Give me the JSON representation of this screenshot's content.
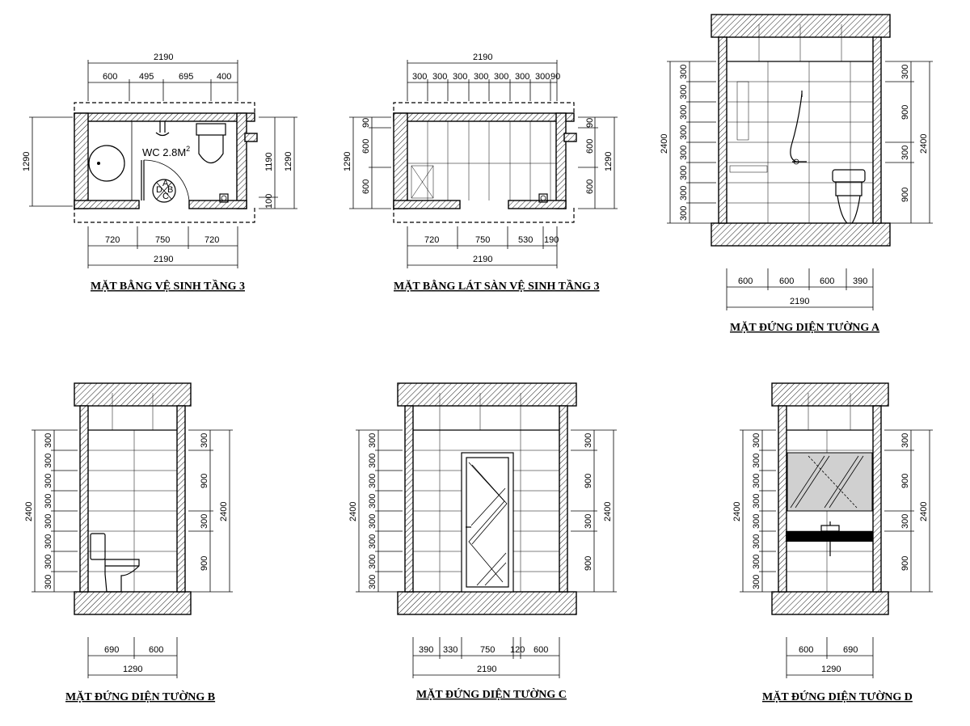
{
  "titles": {
    "plan": "MẶT BẰNG VỆ SINH TẦNG 3",
    "floor_plan": "MẶT BẰNG LÁT SÀN VỆ SINH TẦNG 3",
    "wall_a": "MẶT ĐỨNG DIỆN TƯỜNG A",
    "wall_b": "MẶT ĐỨNG DIỆN TƯỜNG B",
    "wall_c": "MẶT ĐỨNG DIỆN TƯỜNG C",
    "wall_d": "MẶT ĐỨNG DIỆN TƯỜNG D"
  },
  "plan": {
    "room_label": "WC 2.8M",
    "room_sup": "2",
    "compass": [
      "A",
      "B",
      "C",
      "D"
    ],
    "top_total": "2190",
    "top_dims": [
      "600",
      "495",
      "695",
      "400"
    ],
    "bottom_dims": [
      "720",
      "750",
      "720"
    ],
    "bottom_total": "2190",
    "left_dim": "1290",
    "right_dims": [
      "1190",
      "100"
    ],
    "right_total": "1290"
  },
  "floor_plan": {
    "top_total": "2190",
    "top_dims": [
      "300",
      "300",
      "300",
      "300",
      "300",
      "300",
      "300",
      "90"
    ],
    "bottom_dims": [
      "720",
      "750",
      "530",
      "190"
    ],
    "bottom_total": "2190",
    "left_total": "1290",
    "left_dims": [
      "90",
      "600",
      "600"
    ],
    "right_total": "1290",
    "right_dims": [
      "90",
      "600",
      "600"
    ]
  },
  "wall_a": {
    "left_total": "2400",
    "left_dims": [
      "300",
      "300",
      "300",
      "300",
      "300",
      "300",
      "300",
      "300"
    ],
    "right_dims": [
      "300",
      "900",
      "300",
      "900"
    ],
    "right_total": "2400",
    "bottom_dims": [
      "600",
      "600",
      "600",
      "390"
    ],
    "bottom_total": "2190"
  },
  "wall_b": {
    "left_total": "2400",
    "left_dims": [
      "300",
      "300",
      "300",
      "300",
      "300",
      "300",
      "300",
      "300"
    ],
    "right_dims": [
      "300",
      "900",
      "300",
      "900"
    ],
    "right_total": "2400",
    "bottom_dims": [
      "690",
      "600"
    ],
    "bottom_total": "1290"
  },
  "wall_c": {
    "left_total": "2400",
    "left_dims": [
      "300",
      "300",
      "300",
      "300",
      "300",
      "300",
      "300",
      "300"
    ],
    "right_dims": [
      "300",
      "900",
      "300",
      "900"
    ],
    "right_total": "2400",
    "bottom_dims": [
      "390",
      "330",
      "750",
      "120",
      "600"
    ],
    "bottom_total": "2190"
  },
  "wall_d": {
    "left_total": "2400",
    "left_dims": [
      "300",
      "300",
      "300",
      "300",
      "300",
      "300",
      "300",
      "300"
    ],
    "right_dims": [
      "300",
      "900",
      "300",
      "900"
    ],
    "right_total": "2400",
    "bottom_dims": [
      "600",
      "690"
    ],
    "bottom_total": "1290"
  }
}
